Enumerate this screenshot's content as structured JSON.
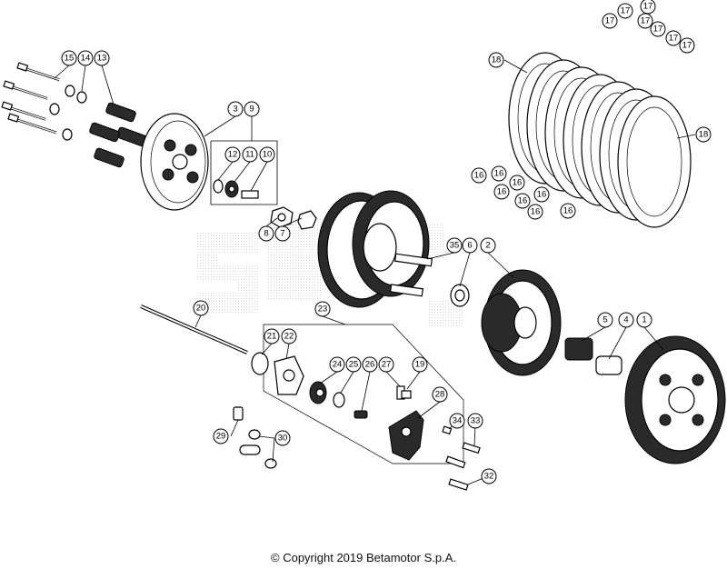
{
  "footer": {
    "copyright": "© Copyright 2019 Betamotor S.p.A."
  },
  "callouts": [
    "1",
    "2",
    "3",
    "4",
    "5",
    "6",
    "7",
    "8",
    "9",
    "10",
    "11",
    "12",
    "13",
    "14",
    "15",
    "16",
    "17",
    "18",
    "19",
    "20",
    "21",
    "22",
    "23",
    "24",
    "25",
    "26",
    "27",
    "28",
    "29",
    "30",
    "32",
    "33",
    "34",
    "35"
  ]
}
